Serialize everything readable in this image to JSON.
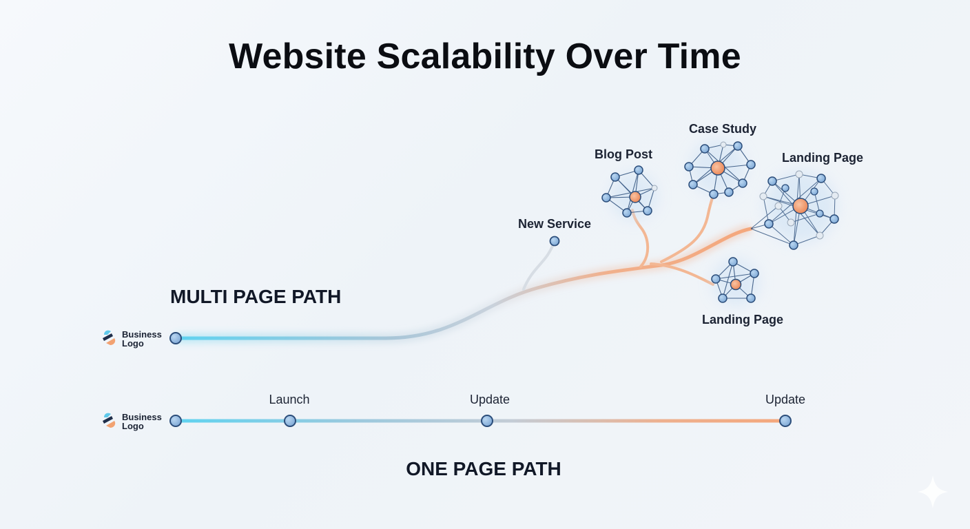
{
  "title": "Website Scalability Over Time",
  "multi_page": {
    "label": "MULTI PAGE PATH",
    "logo_line1": "Business",
    "logo_line2": "Logo",
    "nodes": {
      "new_service": "New Service",
      "blog_post": "Blog Post",
      "case_study": "Case Study",
      "landing_page_top": "Landing Page",
      "landing_page_bottom": "Landing Page"
    }
  },
  "one_page": {
    "label": "ONE PAGE PATH",
    "logo_line1": "Business",
    "logo_line2": "Logo",
    "stages": {
      "launch": "Launch",
      "update_1": "Update",
      "update_2": "Update"
    }
  },
  "colors": {
    "cyan": "#5fd3f0",
    "slate": "#b8c4d4",
    "orange": "#f4a77c",
    "node_fill": "#8fb8e0",
    "node_stroke": "#2b4d7a",
    "hub_orange": "#f2986a",
    "text_dark": "#1c2333"
  }
}
